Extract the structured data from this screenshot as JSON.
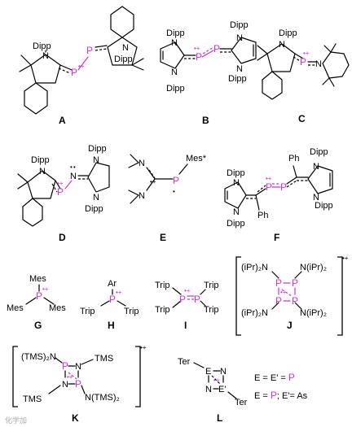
{
  "labels": {
    "A": "A",
    "B": "B",
    "C": "C",
    "D": "D",
    "E": "E",
    "F": "F",
    "G": "G",
    "H": "H",
    "I": "I",
    "J": "J",
    "K": "K",
    "L": "L"
  },
  "atoms": {
    "N": "N",
    "P": "P",
    "Dipp": "Dipp",
    "Mes": "Mes",
    "MesStar": "Mes*",
    "Ar": "Ar",
    "Trip": "Trip",
    "Ph": "Ph",
    "Ter": "Ter",
    "E": "E",
    "EPrime": "E'",
    "iPr2N": "(iPr)₂N",
    "NiPr2": "N(iPr)₂",
    "TMS2N": "(TMS)₂N",
    "NTMS2": "N(TMS)₂",
    "TMS": "TMS",
    "radcat": "•+",
    "dot": "•"
  },
  "legend_L": {
    "line1_a": "E = E' = ",
    "line1_b": "P",
    "line2_a": "E = ",
    "line2_b": "P",
    "line2_c": "; E'= As"
  },
  "watermark": "化学加"
}
